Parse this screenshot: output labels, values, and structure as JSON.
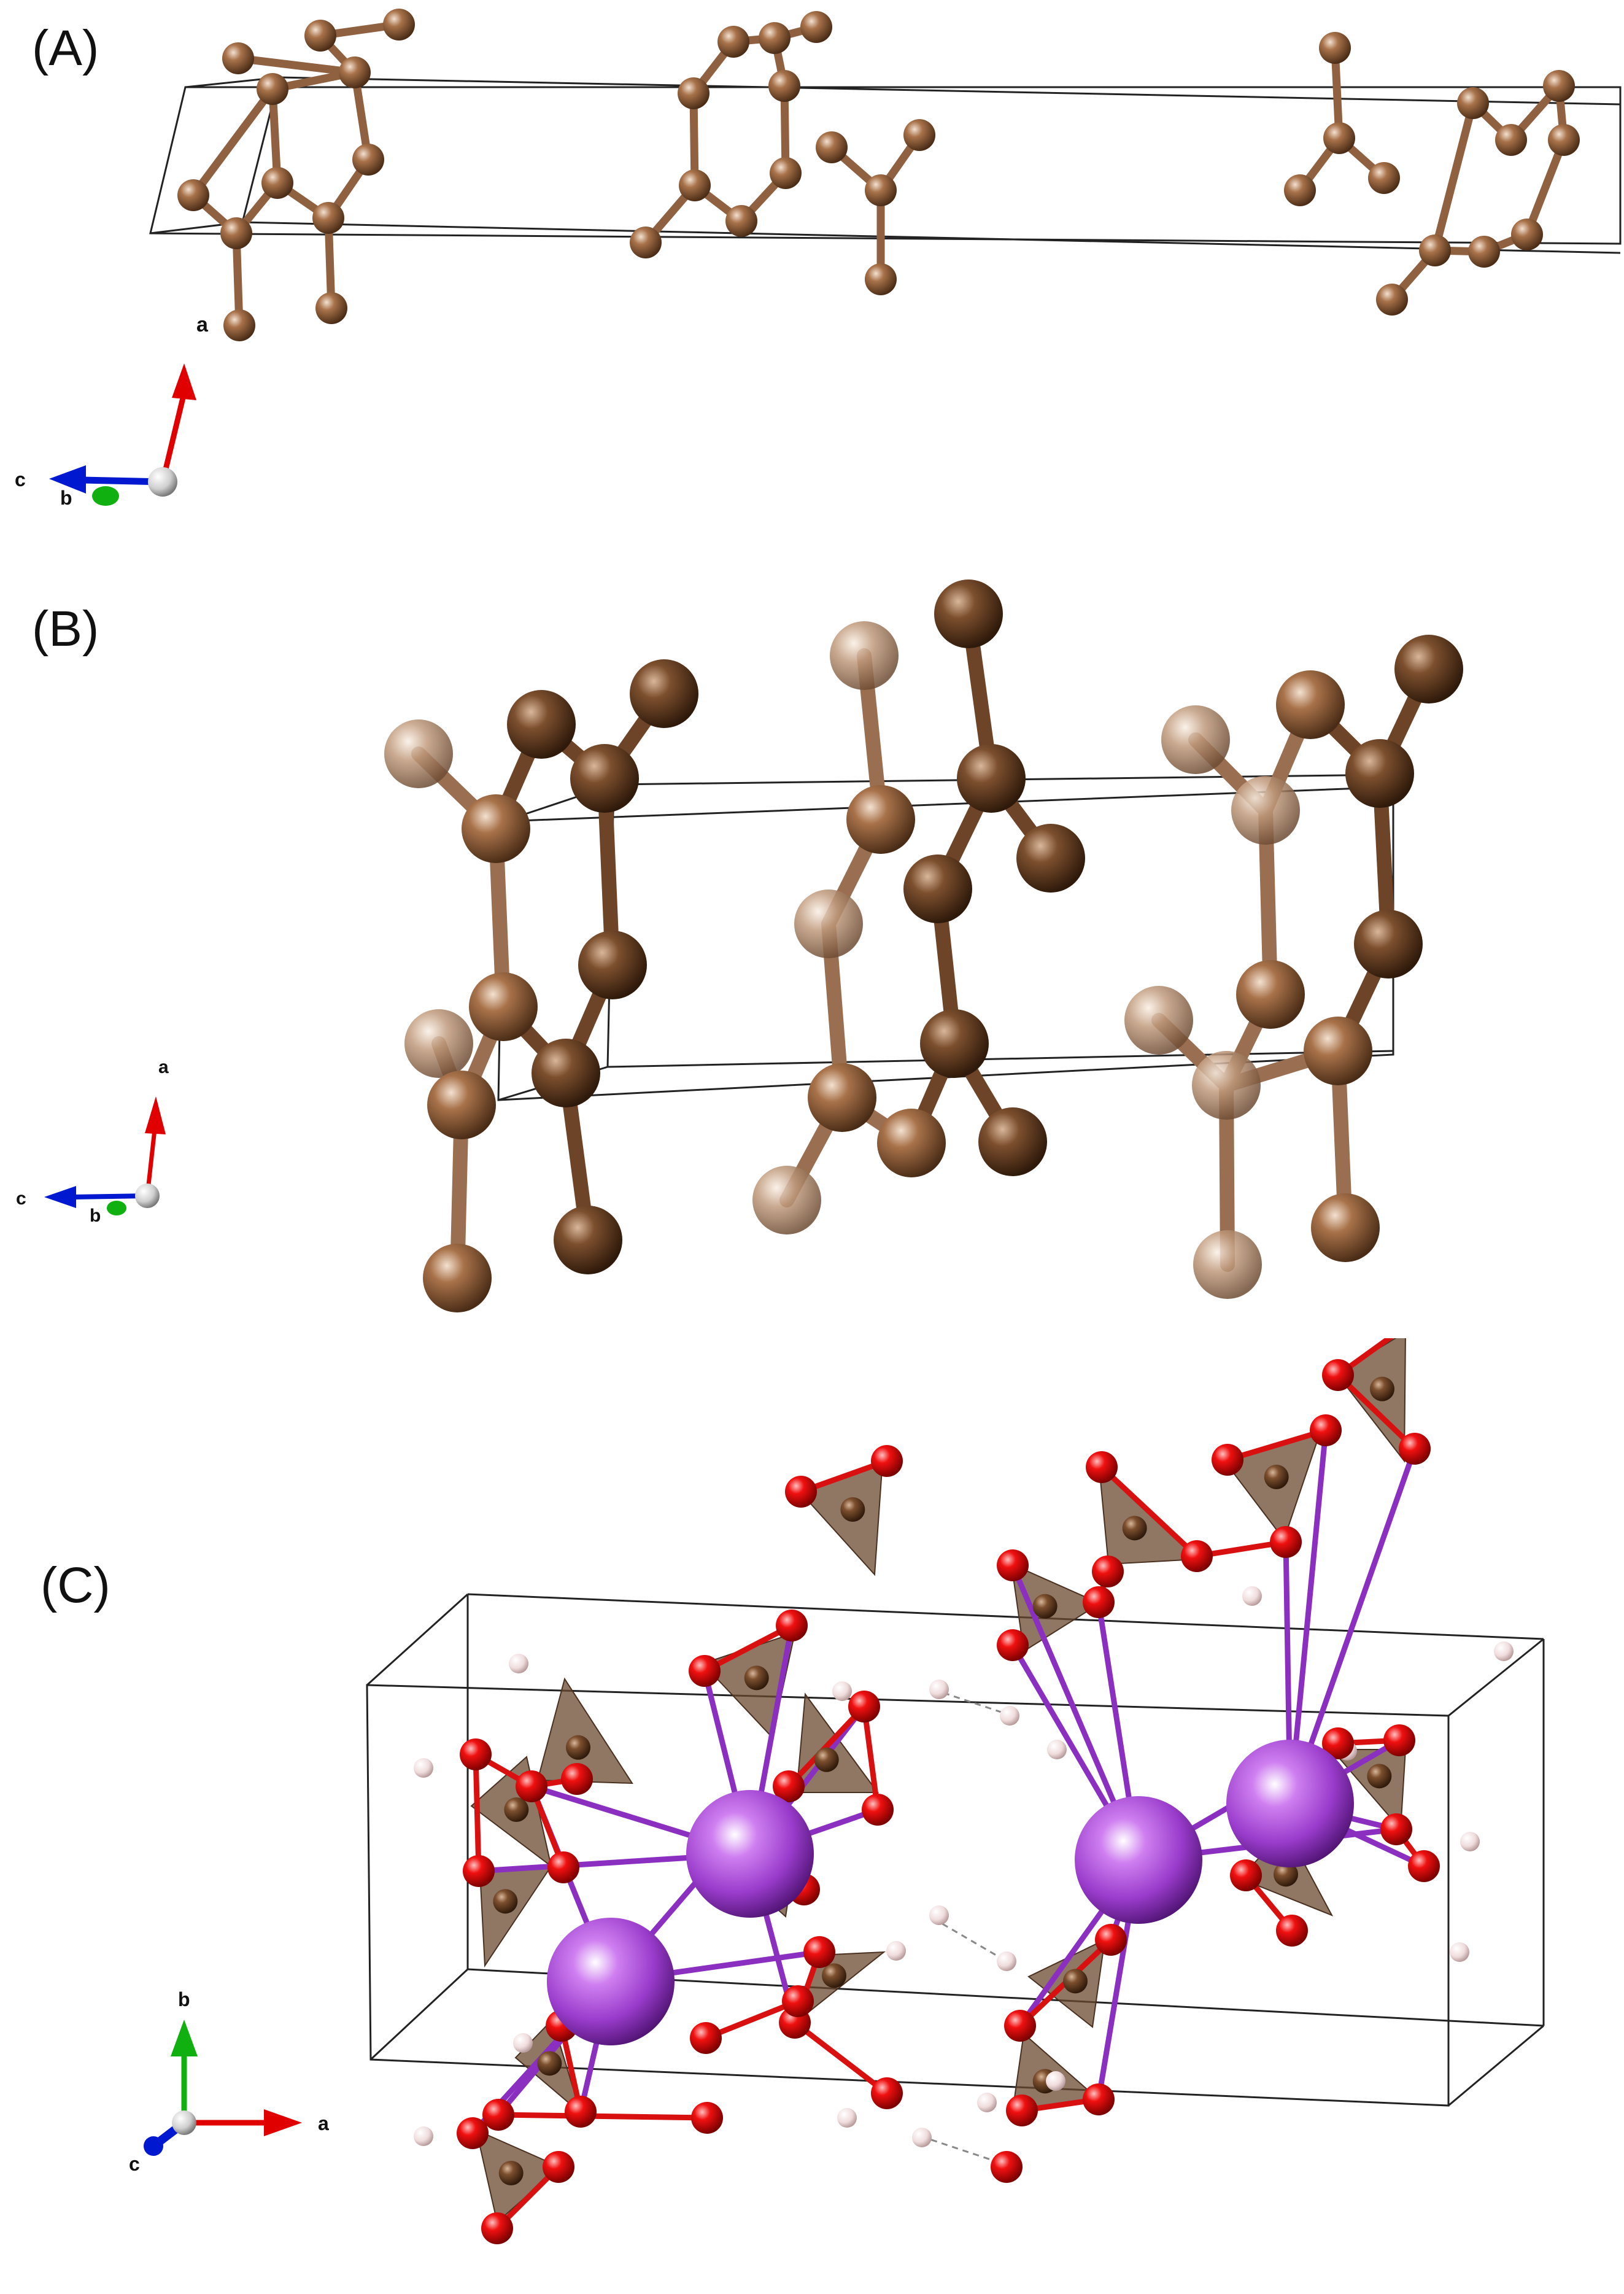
{
  "panels": [
    {
      "label": "(A)",
      "axes": {
        "a": "a",
        "b": "b",
        "c": "c"
      }
    },
    {
      "label": "(B)",
      "axes": {
        "a": "a",
        "b": "b",
        "c": "c"
      }
    },
    {
      "label": "(C)",
      "axes": {
        "a": "a",
        "b": "b",
        "c": "c"
      }
    }
  ],
  "colors": {
    "carbon": "#8a5c3c",
    "carbon_light": "#b08c70",
    "bond": "#9a6e50",
    "oxygen": "#e01010",
    "hydrogen": "#f2dede",
    "potassium": "#9a3ccc",
    "bond_k": "#8a2fc0",
    "polyhedron": "#6b4a30",
    "axis_a": "#e00000",
    "axis_b": "#10b010",
    "axis_c": "#0018d0",
    "cell_line": "#222222"
  }
}
